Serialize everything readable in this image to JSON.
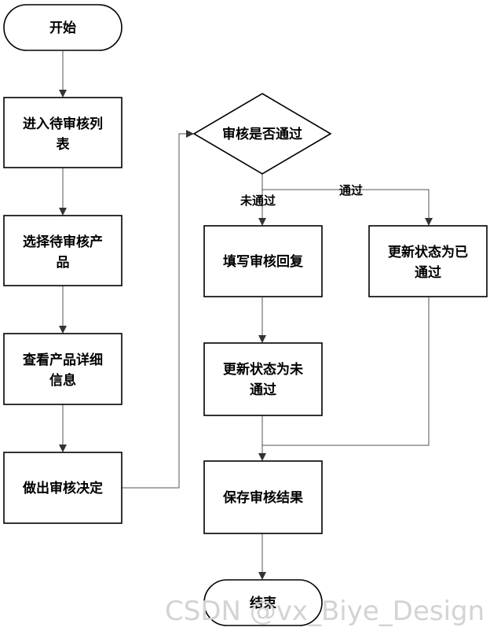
{
  "nodes": {
    "start": "开始",
    "enter_list": [
      "进入待审核列",
      "表"
    ],
    "select_product": [
      "选择待审核产",
      "品"
    ],
    "view_detail": [
      "查看产品详细",
      "信息"
    ],
    "make_decision": "做出审核决定",
    "decision": "审核是否通过",
    "fill_reply": "填写审核回复",
    "update_not_passed": [
      "更新状态为未",
      "通过"
    ],
    "update_passed": [
      "更新状态为已",
      "通过"
    ],
    "save_result": "保存审核结果",
    "end": "结束"
  },
  "edges": {
    "no": "未通过",
    "yes": "通过"
  },
  "watermark": "CSDN @vx_Biye_Design",
  "colors": {
    "stroke": "#000000",
    "line": "#555555",
    "watermark": "#d3d3d3"
  }
}
